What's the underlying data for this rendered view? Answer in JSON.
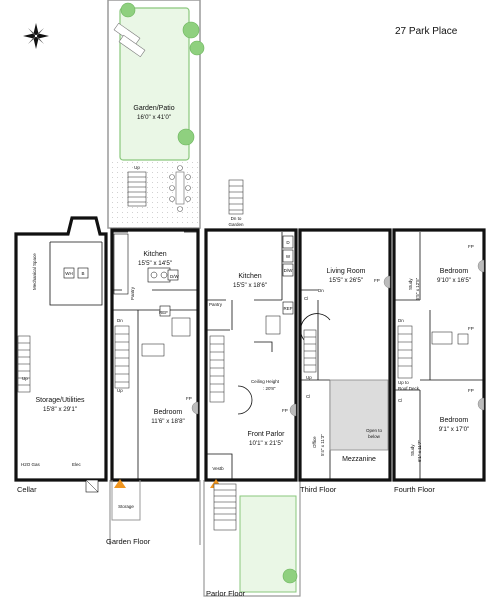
{
  "title": "27 Park Place",
  "colors": {
    "wall": "#111111",
    "garden_fill": "#eaf7e6",
    "garden_stroke": "#8ac77c",
    "tree_fill": "#8fd07f",
    "mezzanine_fill": "#dcdcdc",
    "fireplace_fill": "#f0951e"
  },
  "icons": [
    "compass-rose-icon",
    "tree-icon",
    "fireplace-icon",
    "stair-icon",
    "door-swing-icon"
  ],
  "garden": {
    "name": "Garden/Patio",
    "dims": "16'0\" x 41'0\"",
    "up": "Up"
  },
  "cellar": {
    "floor_label": "Cellar",
    "mechanical": "Mechanical Space",
    "wh": "WH",
    "b": "B",
    "up": "Up",
    "storage": "Storage/Utilities",
    "storage_dims": "15'8\" x 29'1\"",
    "h2o_gas": "H2O Gas",
    "elec": "Elec"
  },
  "garden_floor": {
    "floor_label": "Garden Floor",
    "kitchen": "Kitchen",
    "kitchen_dims": "15'5\" x 14'5\"",
    "pantry": "Pantry",
    "dw": "D/W",
    "ref": "REF",
    "dn": "Dn",
    "up": "Up",
    "fp": "FP",
    "bedroom": "Bedroom",
    "bedroom_dims": "11'6\" x 18'8\"",
    "storage": "Storage"
  },
  "parlor": {
    "floor_label": "Parlor Floor",
    "dn_to_garden_1": "Dn to",
    "dn_to_garden_2": "Garden",
    "kitchen": "Kitchen",
    "kitchen_dims": "15'5\" x 18'6\"",
    "d": "D",
    "w": "W",
    "dw": "D/W",
    "ref": "REF",
    "pantry": "Pantry",
    "ceiling": "Ceiling Height",
    "ceiling_value": ": 20'8\"",
    "fp": "FP",
    "front_parlor": "Front Parlor",
    "front_parlor_dims": "10'1\" x 21'5\"",
    "vestb": "Vestb"
  },
  "third": {
    "floor_label": "Third Floor",
    "living": "Living Room",
    "living_dims": "15'5\" x 26'5\"",
    "fp": "FP",
    "cl": "Cl",
    "dn": "Dn",
    "up": "Up",
    "office": "Office",
    "office_dims": "5'4\" x 11'3\"",
    "open_1": "Open to",
    "open_2": "below",
    "mezzanine": "Mezzanine"
  },
  "fourth": {
    "floor_label": "Fourth Floor",
    "study": "Study",
    "study_dims": "5'5\" x 12'5\"",
    "bedroom1": "Bedroom",
    "bedroom1_dims": "9'10\" x 16'5\"",
    "fp": "FP",
    "dn": "Dn",
    "up_roof_1": "Up to",
    "up_roof_2": "Roof Deck",
    "cl": "Cl",
    "study2": "Study",
    "study2_dims": "6'1\" x 11'7\"",
    "bedroom2": "Bedroom",
    "bedroom2_dims": "9'1\" x 17'0\""
  }
}
